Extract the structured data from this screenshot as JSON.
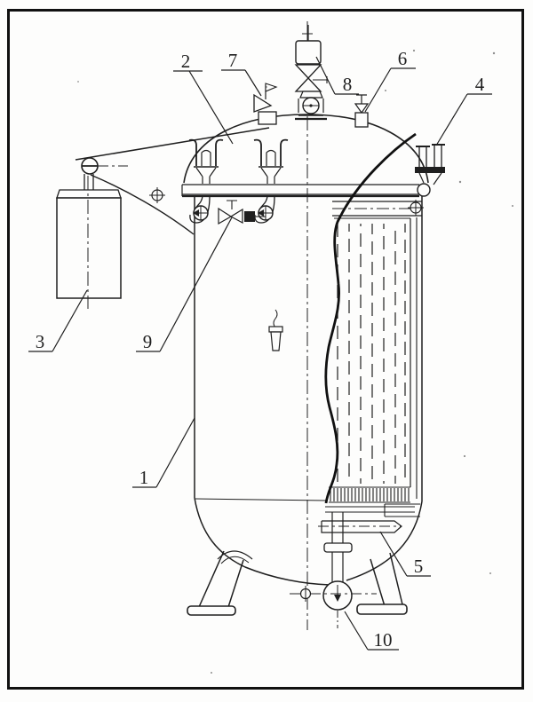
{
  "drawing": {
    "kind": "scanned engineering diagram of a vertical pressure vessel with davit arm, counterweight, valves and internal basket cutaway",
    "callouts": [
      {
        "num": "1"
      },
      {
        "num": "2"
      },
      {
        "num": "3"
      },
      {
        "num": "4"
      },
      {
        "num": "5"
      },
      {
        "num": "6"
      },
      {
        "num": "7"
      },
      {
        "num": "8"
      },
      {
        "num": "9"
      },
      {
        "num": "10"
      }
    ]
  },
  "colors": {
    "ink": "#1f1f1f",
    "paper": "#fdfdfc"
  }
}
